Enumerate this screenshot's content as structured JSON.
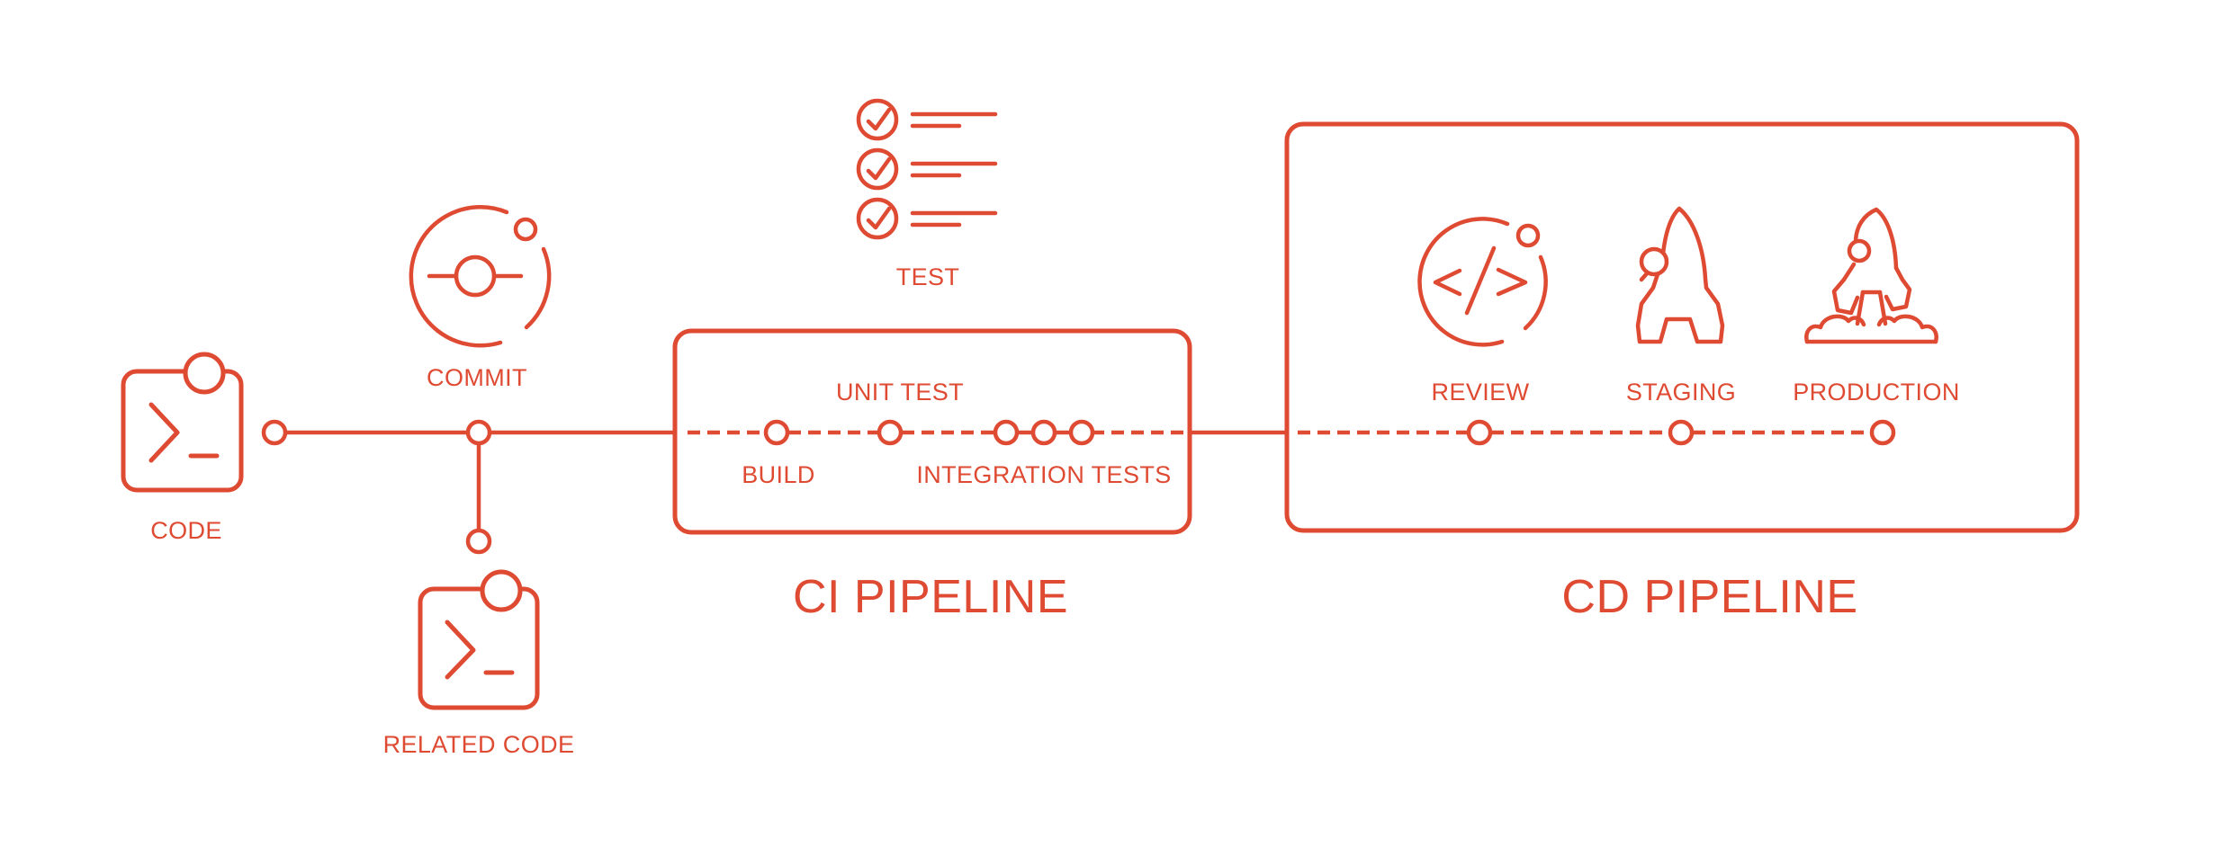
{
  "colors": {
    "accent": "#df4a33",
    "background": "#ffffff"
  },
  "pipeline": {
    "source": {
      "code_label": "CODE",
      "commit_label": "COMMIT",
      "related_code_label": "RELATED CODE",
      "test_label": "TEST"
    },
    "ci": {
      "title": "CI PIPELINE",
      "build_label": "BUILD",
      "unit_test_label": "UNIT TEST",
      "integration_tests_label": "INTEGRATION TESTS"
    },
    "cd": {
      "title": "CD PIPELINE",
      "review_label": "REVIEW",
      "staging_label": "STAGING",
      "production_label": "PRODUCTION"
    }
  },
  "icons": {
    "code": "terminal-icon",
    "related_code": "terminal-icon",
    "commit": "commit-orbit-icon",
    "test": "checklist-icon",
    "review": "code-review-icon",
    "staging": "rocket-icon",
    "production": "rocket-launch-icon"
  }
}
